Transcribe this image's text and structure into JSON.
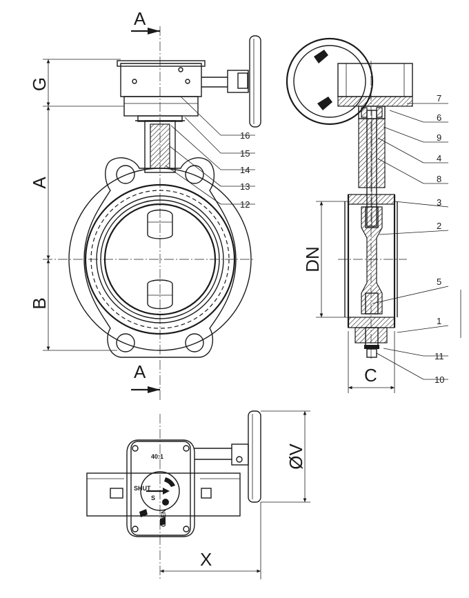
{
  "section_labels": {
    "top": "A",
    "bottom": "A"
  },
  "dimensions": {
    "g": "G",
    "a": "A",
    "b": "B",
    "dn": "DN",
    "c": "C",
    "v": "ØV",
    "x": "X"
  },
  "callouts": [
    "16",
    "15",
    "14",
    "13",
    "12",
    "7",
    "6",
    "9",
    "4",
    "8",
    "3",
    "2",
    "5",
    "1",
    "11",
    "10"
  ],
  "gearbox": {
    "ratio": "40:1",
    "shut_label": "SHUT",
    "open_label": "OPEN",
    "s_label": "S"
  }
}
